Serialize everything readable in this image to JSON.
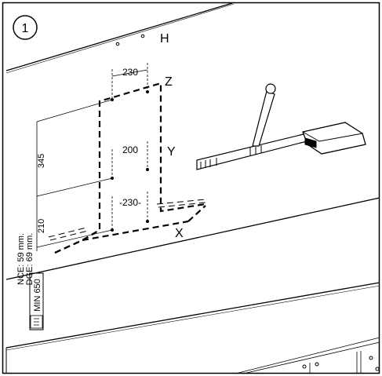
{
  "step_number": "1",
  "labels": {
    "h": "H",
    "z": "Z",
    "y": "Y",
    "x": "X"
  },
  "dimensions": {
    "top_width": "230",
    "middle_width": "200",
    "bottom_width": "-230-",
    "height_upper": "345",
    "height_lower": "210",
    "min_height": "MIN 650"
  },
  "notes": {
    "nce": "NCE: 59 mm.",
    "dge": "DGE: 69 mm."
  }
}
